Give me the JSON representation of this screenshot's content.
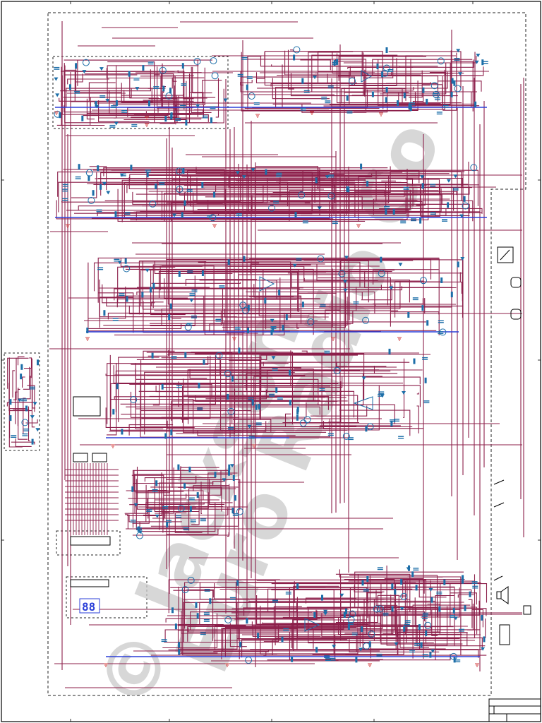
{
  "colors": {
    "background": "#ffffff",
    "wire": "#8c1f4a",
    "ground_bus": "#2b3fd8",
    "component": "#1c6ea8",
    "border": "#000000",
    "dashed_box": "#222222",
    "watermark": "#c9c9c9",
    "ground_symbol": "#d23a3a",
    "led_display": "#2b3fd8"
  },
  "watermark": {
    "line1": "© Jackson",
    "line2": "Euro Radio Co"
  },
  "display": {
    "digits": "88"
  },
  "icons": {
    "ground": "ground-symbol-icon",
    "transistor": "transistor-icon",
    "opamp": "opamp-triangle-icon",
    "ic": "ic-chip-icon",
    "speaker": "speaker-icon",
    "meter": "meter-icon",
    "jack": "jack-connector-icon",
    "switch": "switch-icon"
  }
}
